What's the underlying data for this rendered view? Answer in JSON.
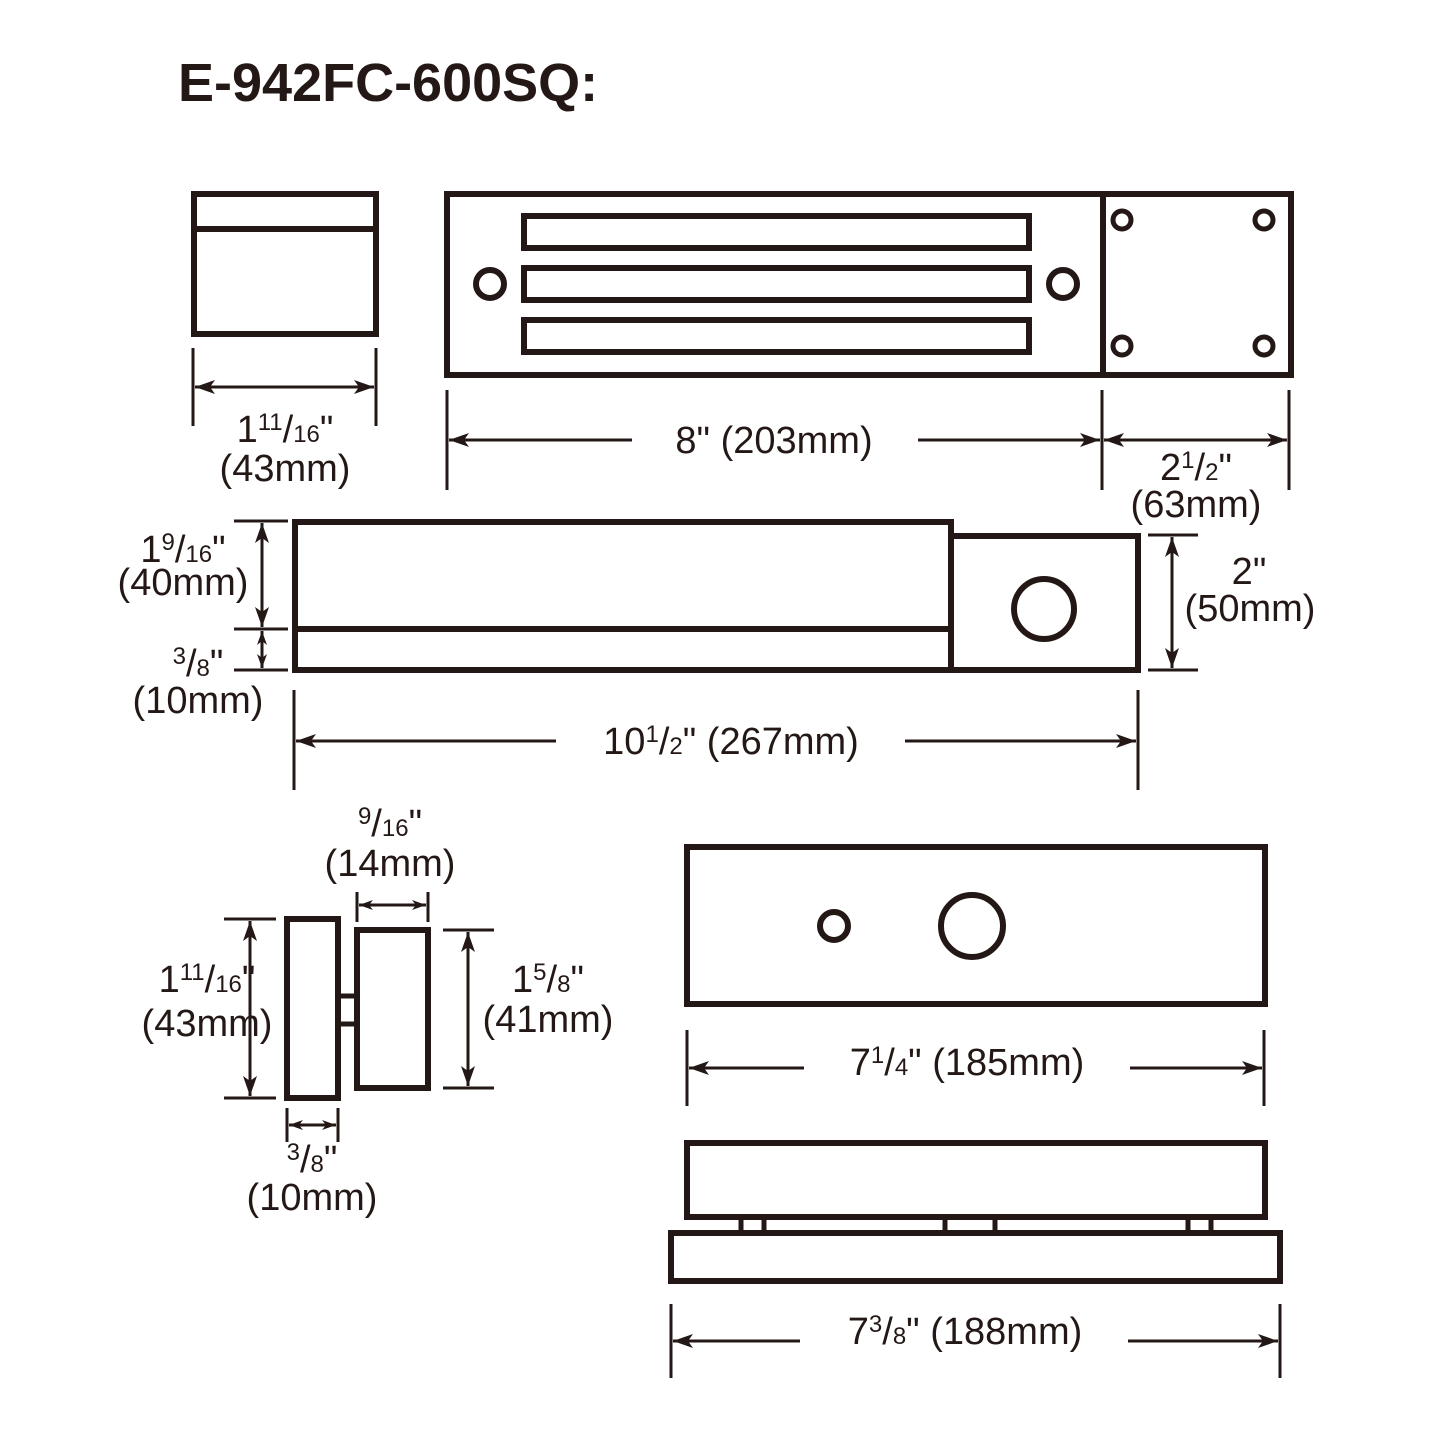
{
  "title": "E-942FC-600SQ:",
  "inch_mark": "\"",
  "line_color": "#231815",
  "dims": {
    "view1_width": {
      "whole": "1",
      "num": "11",
      "den": "16",
      "mm": "(43mm)"
    },
    "view2_magnet_length": {
      "whole": "8",
      "num": "",
      "den": "",
      "mm": "(203mm)"
    },
    "view2_bracket_length": {
      "whole": "2",
      "num": "1",
      "den": "2",
      "mm": "(63mm)"
    },
    "view3_body_height": {
      "whole": "1",
      "num": "9",
      "den": "16",
      "mm": "(40mm)"
    },
    "view3_plate_height": {
      "whole": "",
      "num": "3",
      "den": "8",
      "mm": "(10mm)"
    },
    "view3_bracket_height": {
      "whole": "2",
      "num": "",
      "den": "",
      "mm": "(50mm)"
    },
    "view3_total_length": {
      "whole": "10",
      "num": "1",
      "den": "2",
      "mm": "(267mm)"
    },
    "view4_gap": {
      "whole": "",
      "num": "9",
      "den": "16",
      "mm": "(14mm)"
    },
    "view4_height": {
      "whole": "1",
      "num": "11",
      "den": "16",
      "mm": "(43mm)"
    },
    "view4_armature_height": {
      "whole": "1",
      "num": "5",
      "den": "8",
      "mm": "(41mm)"
    },
    "view4_thickness": {
      "whole": "",
      "num": "3",
      "den": "8",
      "mm": "(10mm)"
    },
    "view5_length": {
      "whole": "7",
      "num": "1",
      "den": "4",
      "mm": "(185mm)"
    },
    "view6_length": {
      "whole": "7",
      "num": "3",
      "den": "8",
      "mm": "(188mm)"
    }
  }
}
